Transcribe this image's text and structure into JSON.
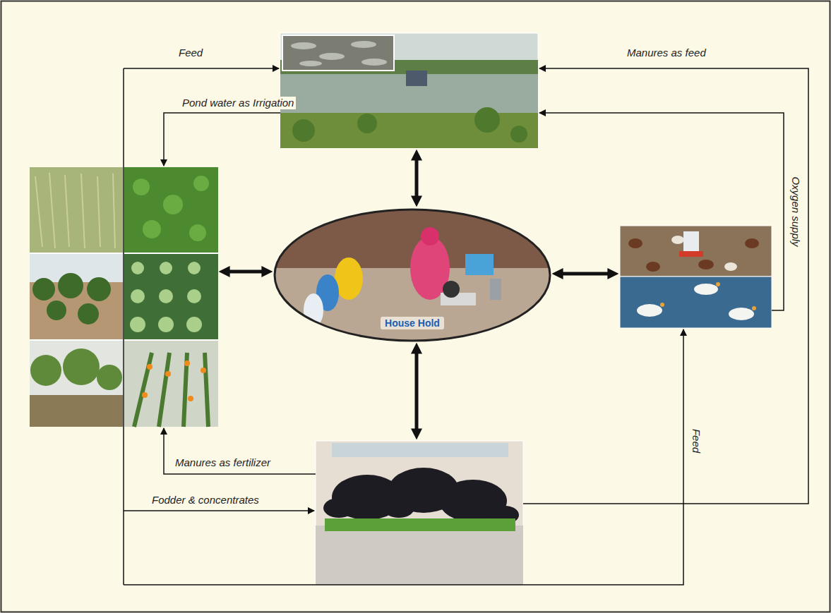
{
  "diagram": {
    "nodes": [
      {
        "text": [
          "House Hold"
        ]
      }
    ],
    "labels": [
      "Feed",
      "Manures as feed",
      "Pond water as Irrigation",
      "Oxygen supply",
      "Manures as fertilizer",
      "Feed",
      "Fodder & concentrates"
    ]
  }
}
